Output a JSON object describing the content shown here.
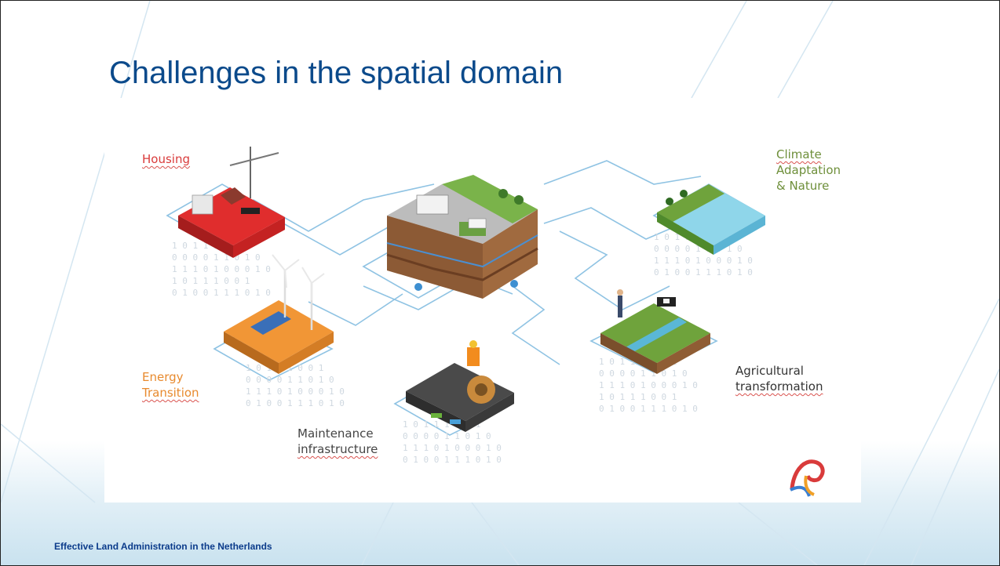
{
  "slide": {
    "title": "Challenges in the spatial domain",
    "footer": "Effective Land Administration in the Netherlands"
  },
  "labels": {
    "housing": "Housing",
    "climate": [
      "Climate",
      "Adaptation",
      "& Nature"
    ],
    "energy": [
      "Energy",
      "Transition"
    ],
    "maintenance": [
      "Maintenance",
      "infrastructure"
    ],
    "agricultural": [
      "Agricultural",
      "transformation"
    ]
  },
  "binary_rows": [
    "1 0 1 1 1 0 0 1",
    "0 0 0 0 1 1 0 1 0",
    "1 1 1 0 1 0 0 0 1 0",
    "0 1 0 0 1 1 1 0 1 0"
  ],
  "colors": {
    "title": "#0b4a8b",
    "footer": "#0b3b8b",
    "network_line": "#8fc3e3",
    "housing": "#d93b3b",
    "climate": "#6e8f3a",
    "energy": "#e88a2e",
    "maintenance": "#444444",
    "agricultural": "#333333"
  },
  "icons": [
    "housing-tile",
    "city-tile",
    "climate-tile",
    "energy-tile",
    "agriculture-tile",
    "infrastructure-tile",
    "logo-icon"
  ]
}
